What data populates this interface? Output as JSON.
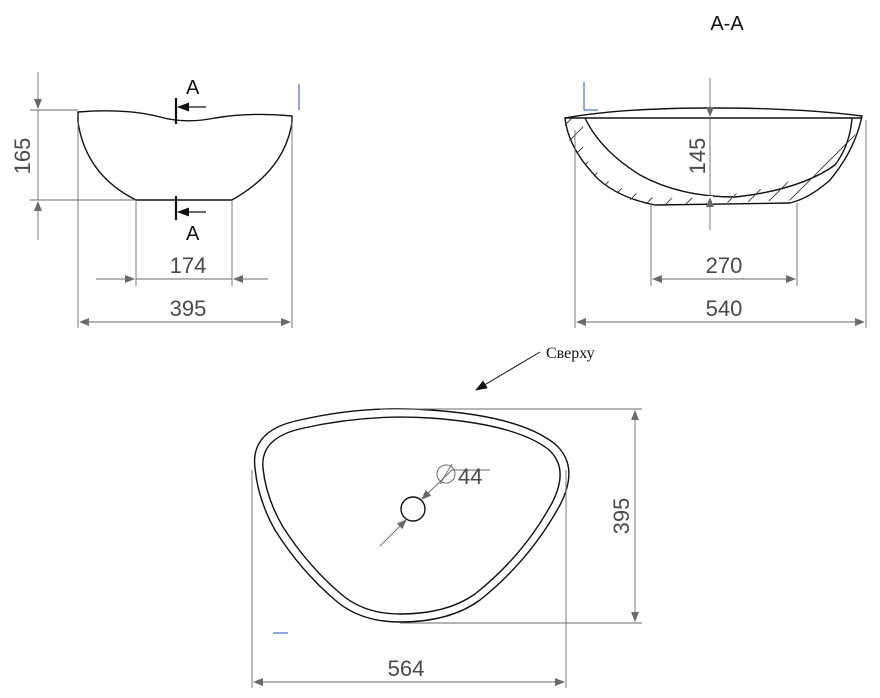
{
  "section_title": "A-A",
  "section_marks": {
    "top": "A",
    "bottom": "A"
  },
  "front_view": {
    "height": "165",
    "base_width": "174",
    "overall_width": "395"
  },
  "section_view": {
    "depth": "145",
    "base_width": "270",
    "overall_width": "540"
  },
  "top_view": {
    "label": "Сверху",
    "drain_diameter": "44",
    "width": "564",
    "depth": "395"
  }
}
